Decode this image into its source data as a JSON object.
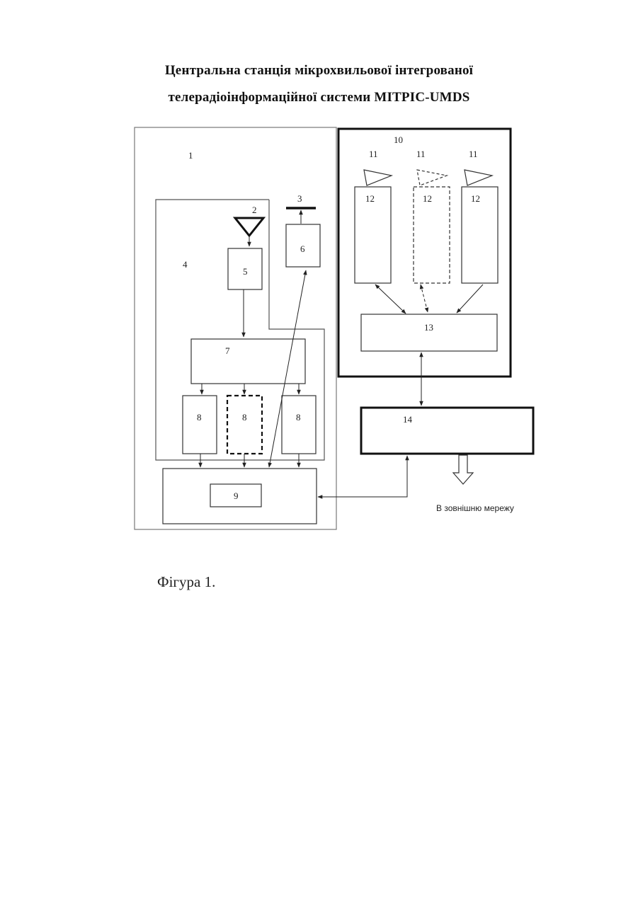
{
  "title": {
    "line1": "Центральна станція мікрохвильової інтегрованої",
    "line2": "телерадіоінформаційної системи MITPIC-UMDS"
  },
  "labels": {
    "n1": "1",
    "n2": "2",
    "n3": "3",
    "n4": "4",
    "n5": "5",
    "n6": "6",
    "n7": "7",
    "n8a": "8",
    "n8b": "8",
    "n8c": "8",
    "n9": "9",
    "n10": "10",
    "n11a": "11",
    "n11b": "11",
    "n11c": "11",
    "n12a": "12",
    "n12b": "12",
    "n12c": "12",
    "n13": "13",
    "n14": "14"
  },
  "external_network": "В зовнішню мережу",
  "caption": "Фігура 1."
}
